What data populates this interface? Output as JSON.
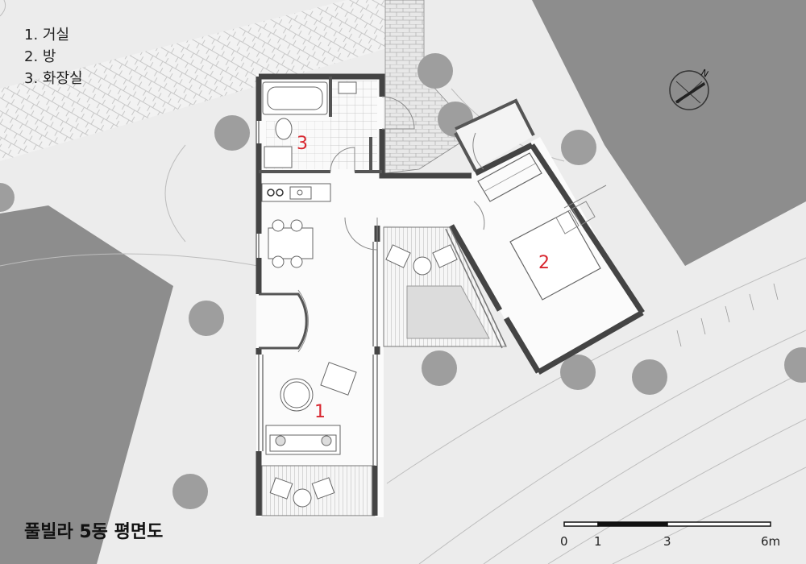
{
  "legend": {
    "items": [
      "1. 거실",
      "2. 방",
      "3. 화장실"
    ]
  },
  "rooms": {
    "living": "1",
    "bedroom": "2",
    "bathroom": "3"
  },
  "title": "풀빌라 5동 평면도",
  "compass": {
    "north_label": "N"
  },
  "scale_bar": {
    "ticks": [
      "0",
      "1",
      "3",
      "6m"
    ]
  },
  "colors": {
    "room_number": "#d8262f",
    "wall": "#4a4a4a",
    "tree": "#9c9c9c",
    "neighbor_building": "#8d8d8d",
    "ground": "#ececec"
  }
}
